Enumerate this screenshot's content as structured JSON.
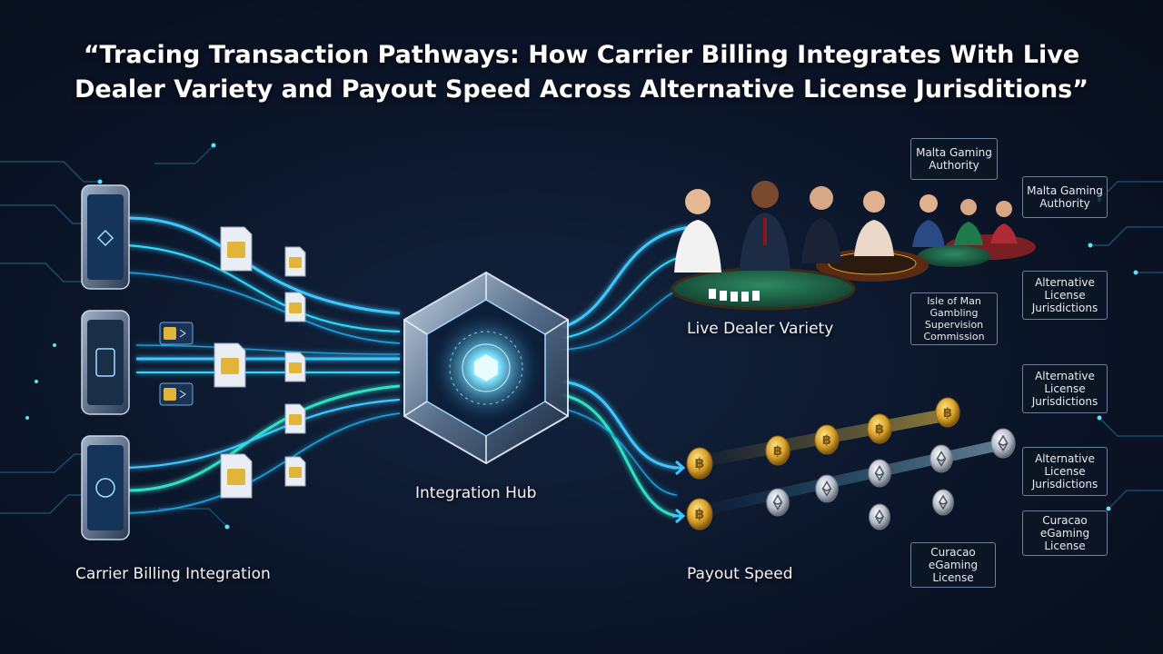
{
  "title": {
    "line1": "“Tracing Transaction Pathways: How Carrier Billing Integrates With Live",
    "line2": "Dealer Variety and Payout Speed Across Alternative License Jurisditions”"
  },
  "sections": {
    "carrier_billing": "Carrier Billing Integration",
    "hub": "Integration Hub",
    "live_dealer": "Live Dealer Variety",
    "payout": "Payout Speed"
  },
  "jurisdictions": [
    "Malta Gaming Authority",
    "Malta Gaming Authority",
    "Isle of Man Gambling Supervision Commission",
    "Alternative License Jurisdictions",
    "Alternative License Jurisdictions",
    "Alternative License Jurisdictions",
    "Curacao eGaming License",
    "Curacao eGaming License"
  ],
  "colors": {
    "background": "#0b1528",
    "flow_cyan": "#3ec8ff",
    "flow_teal": "#2fe0c8",
    "hub_glow": "#6fd6ff",
    "gold_coin": "#e0b43a",
    "silver_coin": "#c8ced8",
    "table_felt": "#1f6b4e"
  },
  "icons": [
    "smartphone-icon",
    "sim-card-icon",
    "hexagon-hub-icon",
    "dealer-icon",
    "bitcoin-coin-icon",
    "ethereum-coin-icon"
  ]
}
